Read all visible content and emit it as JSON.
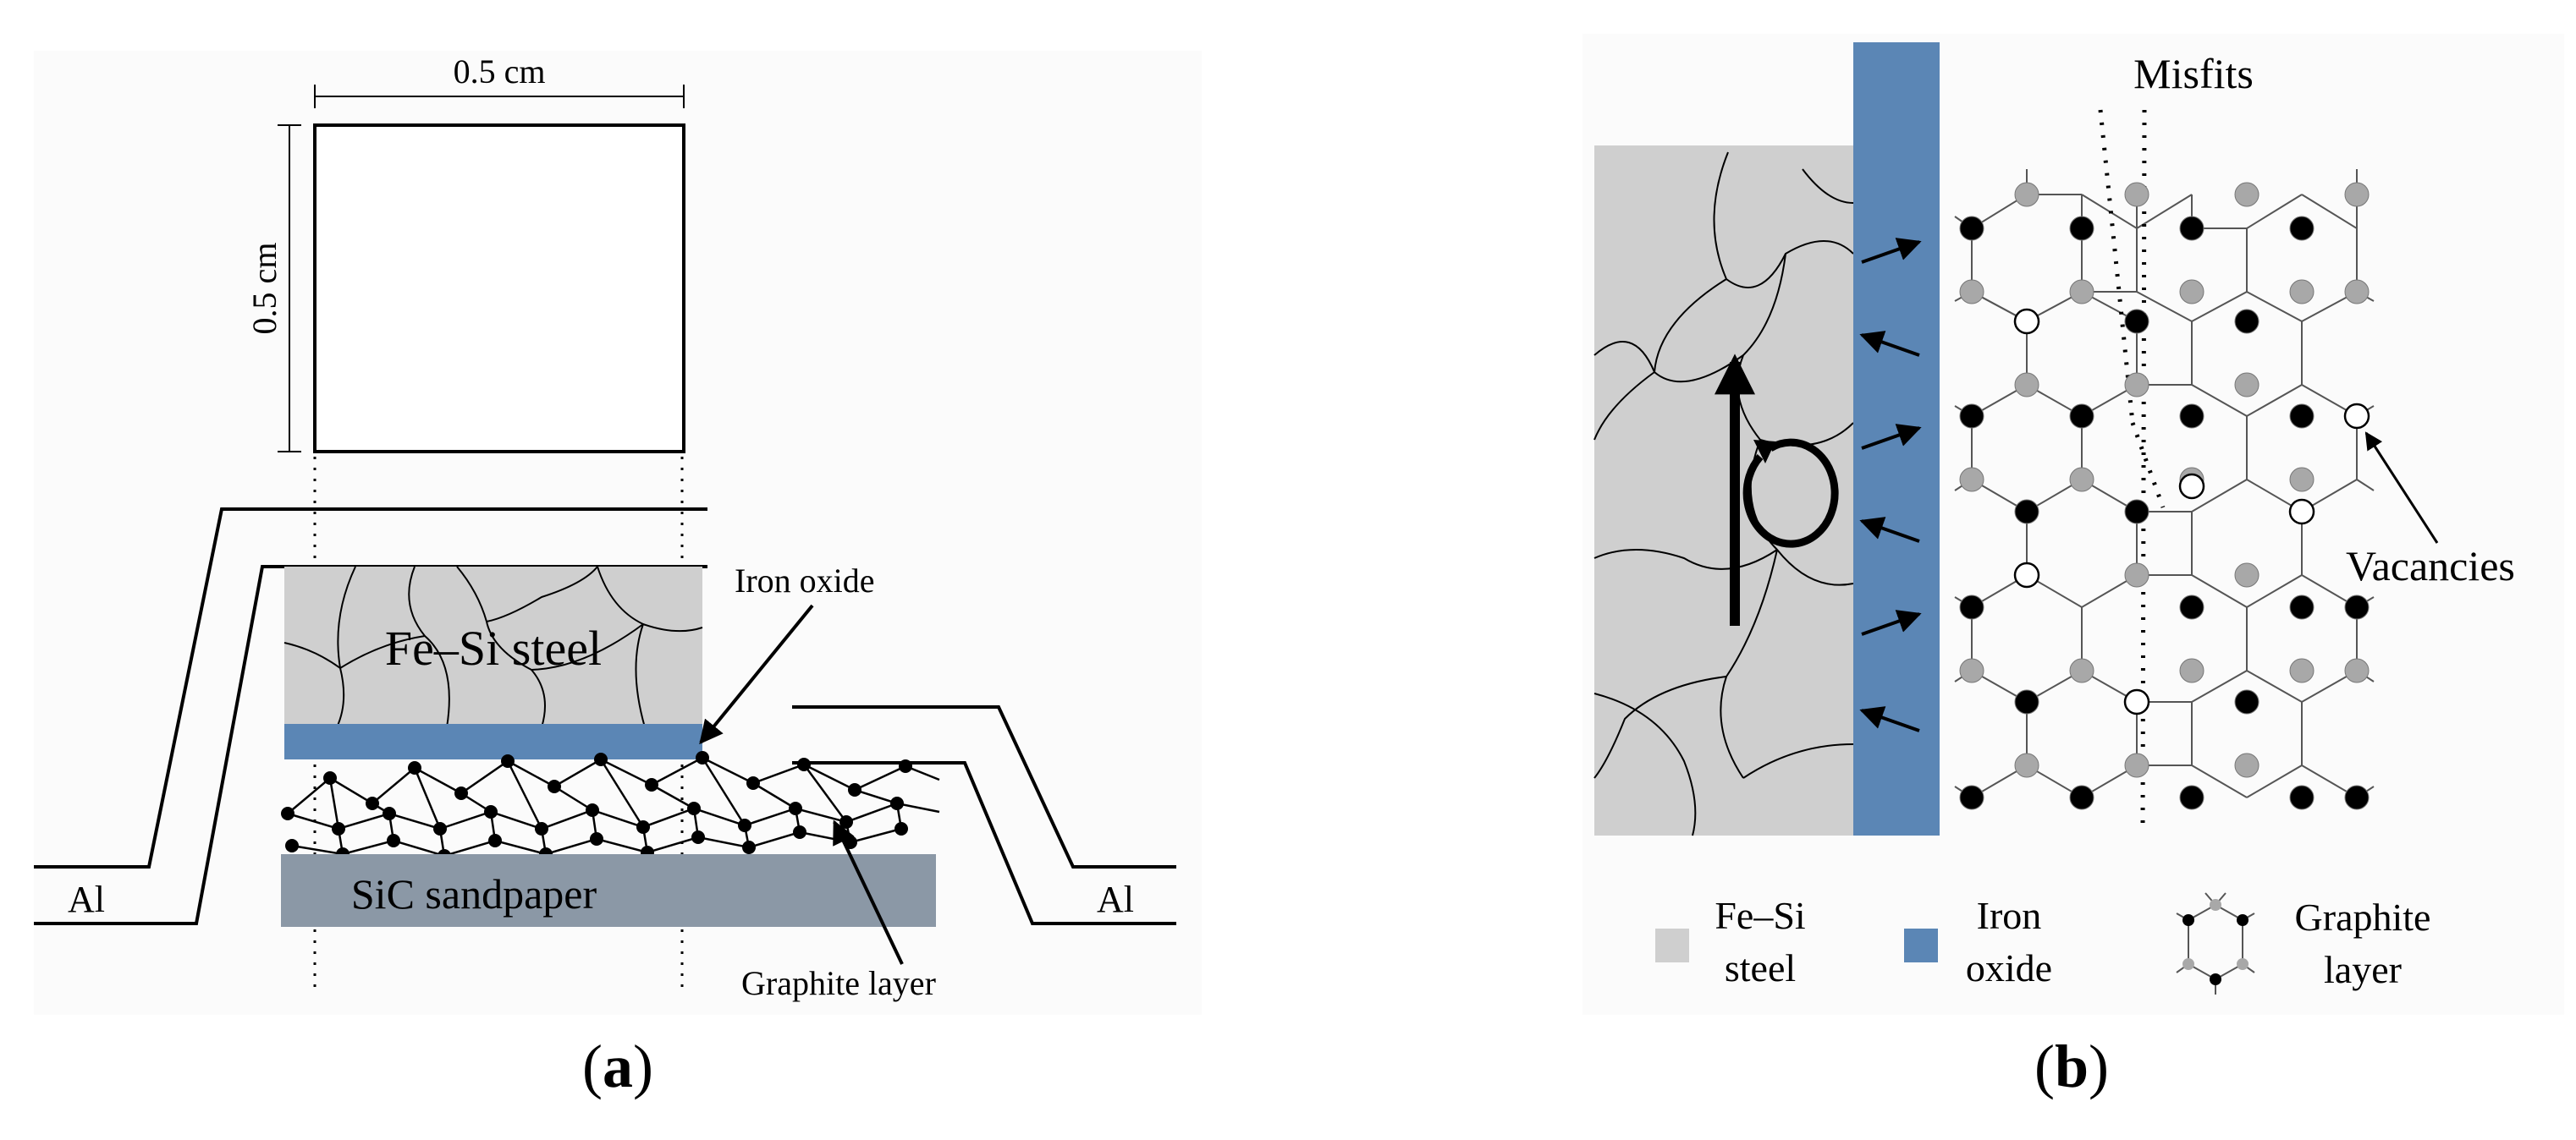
{
  "panel_a": {
    "dim_width": "0.5 cm",
    "dim_height": "0.5 cm",
    "steel_label": "Fe–Si steel",
    "iron_oxide_label": "Iron oxide",
    "sic_label": "SiC sandpaper",
    "graphite_label": "Graphite layer",
    "al_left": "Al",
    "al_right": "Al",
    "caption_letter": "a"
  },
  "panel_b": {
    "misfits_label": "Misfits",
    "vacancies_label": "Vacancies",
    "legend": {
      "steel_line1": "Fe–Si",
      "steel_line2": "steel",
      "oxide_line1": "Iron",
      "oxide_line2": "oxide",
      "graphite_line1": "Graphite",
      "graphite_line2": "layer"
    },
    "caption_letter": "b"
  },
  "colors": {
    "steel": "#cfcfcf",
    "iron_oxide": "#5b86b5",
    "sic": "#8b98a6",
    "atom_black": "#000000",
    "atom_gray": "#a8a8a8"
  }
}
